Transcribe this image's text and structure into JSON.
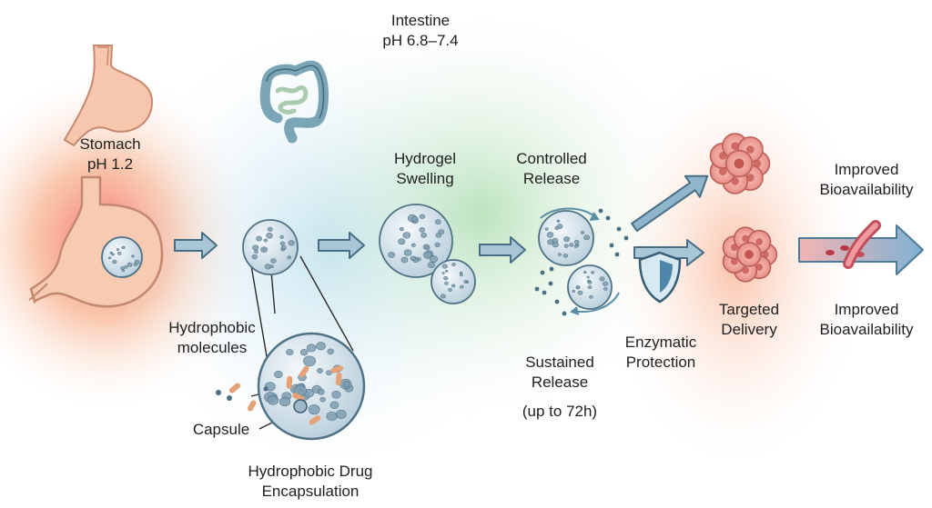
{
  "labels": {
    "intestine_title": "Intestine",
    "intestine_ph": "pH 6.8–7.4",
    "stomach_title": "Stomach",
    "stomach_ph": "pH 1.2",
    "hydrophobic_molecules_1": "Hydrophobic",
    "hydrophobic_molecules_2": "molecules",
    "capsule": "Capsule",
    "encapsulation_1": "Hydrophobic Drug",
    "encapsulation_2": "Encapsulation",
    "swelling_1": "Hydrogel",
    "swelling_2": "Swelling",
    "controlled_1": "Controlled",
    "controlled_2": "Release",
    "sustained_1": "Sustained",
    "sustained_2": "Release",
    "sustained_3": "(up to 72h)",
    "enzymatic_1": "Enzymatic",
    "enzymatic_2": "Protection",
    "targeted_1": "Targeted",
    "targeted_2": "Delivery",
    "bio_top_1": "Improved",
    "bio_top_2": "Bioavailability",
    "bio_bottom_1": "Improved",
    "bio_bottom_2": "Bioavailability"
  },
  "icons": {
    "stomach_small": "stomach-icon",
    "intestine": "intestine-icon",
    "stomach_large": "stomach-icon",
    "shield": "shield-icon",
    "cell_cluster": "cell-cluster-icon",
    "blood_vessel": "blood-vessel-icon"
  },
  "colors": {
    "stomach_glow": "#f26d6d",
    "intestine_glow": "#9fd7a8",
    "target_glow": "#f7b58a",
    "organ_fill": "#f4c3a8",
    "organ_stroke": "#c98a72",
    "hydrogel_fill": "#dbe8ef",
    "hydrogel_stroke": "#4f7286",
    "arrow_fill": "#a9c6d6",
    "arrow_stroke": "#476e85",
    "cell_fill": "#eea39a",
    "drug_orange": "#e5a276"
  }
}
